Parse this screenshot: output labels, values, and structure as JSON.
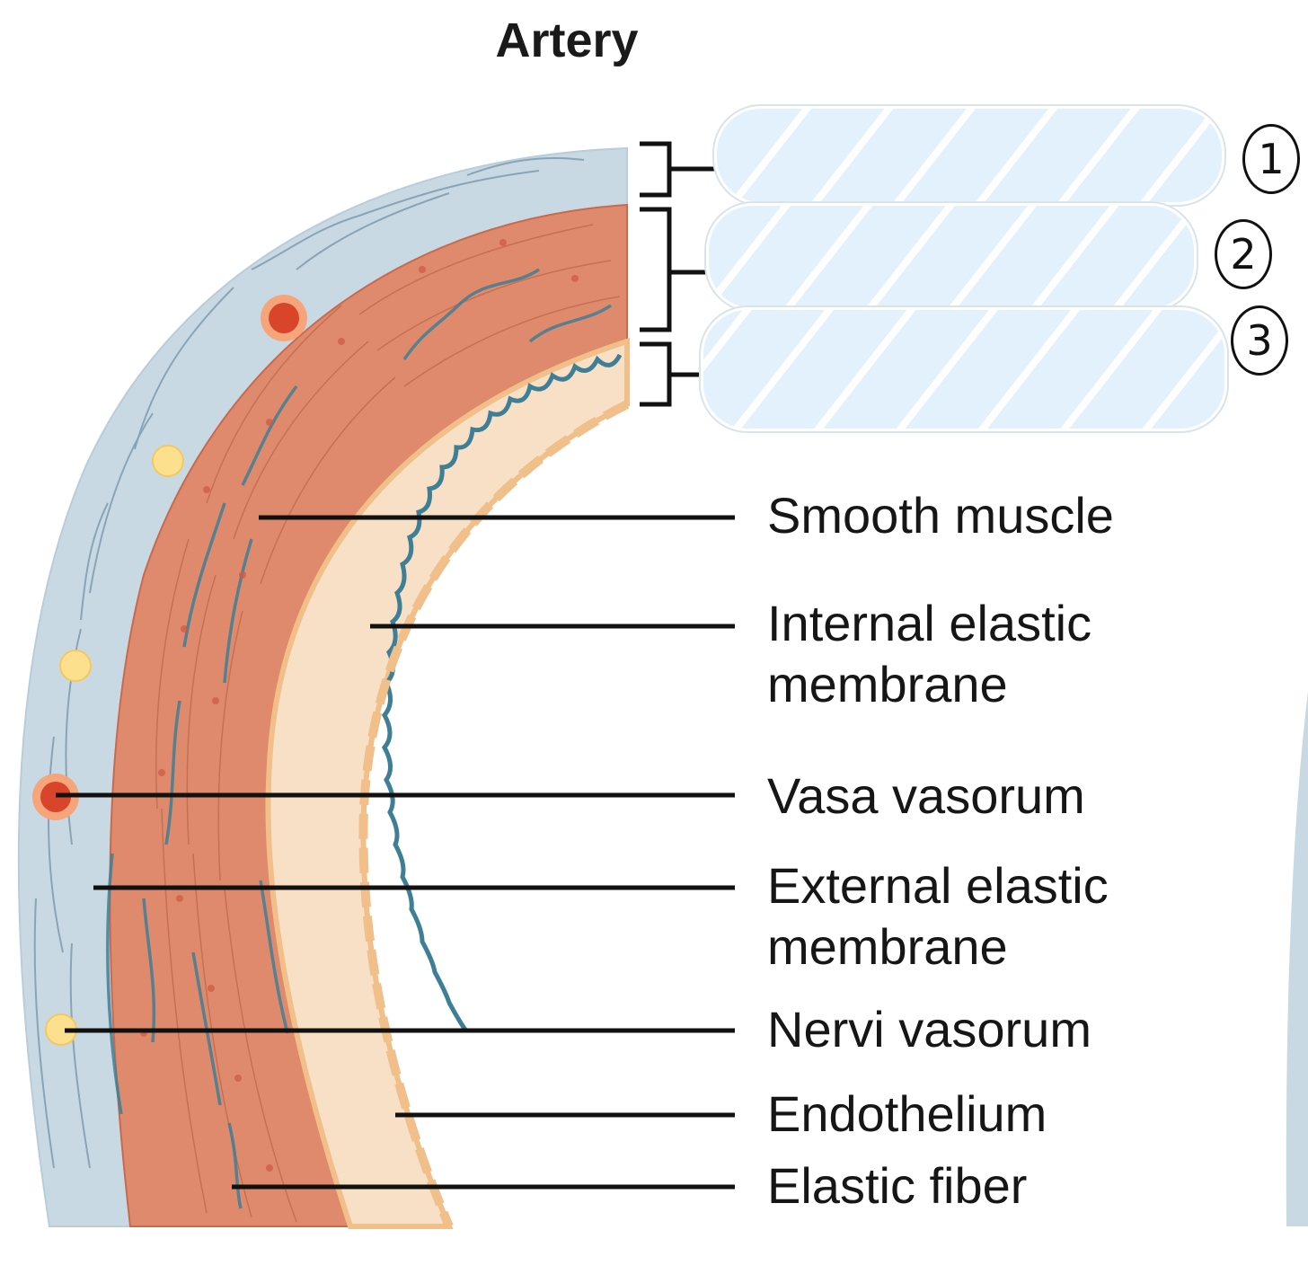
{
  "title": "Artery",
  "labels": [
    {
      "id": "smooth-muscle",
      "line1": "Smooth muscle",
      "line2": ""
    },
    {
      "id": "internal-elastic-membrane",
      "line1": "Internal elastic",
      "line2": "membrane"
    },
    {
      "id": "vasa-vasorum",
      "line1": "Vasa vasorum",
      "line2": ""
    },
    {
      "id": "external-elastic-membrane",
      "line1": "External elastic",
      "line2": "membrane"
    },
    {
      "id": "nervi-vasorum",
      "line1": "Nervi vasorum",
      "line2": ""
    },
    {
      "id": "endothelium",
      "line1": "Endothelium",
      "line2": ""
    },
    {
      "id": "elastic-fiber",
      "line1": "Elastic fiber",
      "line2": ""
    }
  ],
  "layer_numbers": [
    "1",
    "2",
    "3"
  ],
  "colors": {
    "adventitia": "#c8d9e4",
    "media": "#df8a6c",
    "media_dark": "#c86a4e",
    "intima": "#f7e0c6",
    "intima_edge": "#f0bf8a",
    "elastic_fiber": "#3f7f95",
    "answer_box": "#e2f1fc"
  }
}
